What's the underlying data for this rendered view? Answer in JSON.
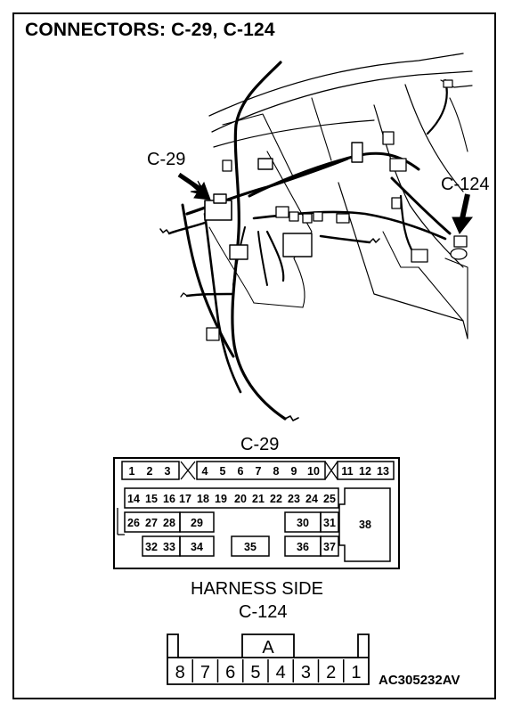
{
  "title": "CONNECTORS: C-29, C-124",
  "labels": {
    "c29_callout": "C-29",
    "c124_callout": "C-124",
    "c29_heading": "C-29",
    "harness_side": "HARNESS SIDE",
    "c124_heading": "C-124",
    "figure_code": "AC305232AV"
  },
  "c29_pins": {
    "row1": [
      "1",
      "2",
      "3",
      "4",
      "5",
      "6",
      "7",
      "8",
      "9",
      "10",
      "11",
      "12",
      "13"
    ],
    "row2": [
      "14",
      "15",
      "16",
      "17",
      "18",
      "19",
      "20",
      "21",
      "22",
      "23",
      "24",
      "25"
    ],
    "row3": [
      "26",
      "27",
      "28",
      "29",
      "30",
      "31"
    ],
    "row4": [
      "32",
      "33",
      "34",
      "35",
      "36",
      "37"
    ],
    "big": "38"
  },
  "c124_pins": [
    "8",
    "7",
    "6",
    "5",
    "4",
    "3",
    "2",
    "1"
  ],
  "c124_key": "A"
}
